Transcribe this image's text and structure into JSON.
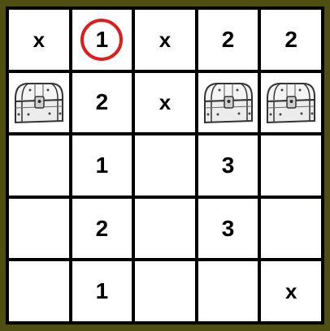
{
  "board": {
    "rows": [
      [
        {
          "type": "text",
          "value": "x"
        },
        {
          "type": "text",
          "value": "1",
          "circled": true
        },
        {
          "type": "text",
          "value": "x"
        },
        {
          "type": "text",
          "value": "2"
        },
        {
          "type": "text",
          "value": "2"
        }
      ],
      [
        {
          "type": "icon",
          "icon": "treasure-chest-icon"
        },
        {
          "type": "text",
          "value": "2"
        },
        {
          "type": "text",
          "value": "x"
        },
        {
          "type": "icon",
          "icon": "treasure-chest-icon"
        },
        {
          "type": "icon",
          "icon": "treasure-chest-icon"
        }
      ],
      [
        {
          "type": "empty",
          "value": ""
        },
        {
          "type": "text",
          "value": "1"
        },
        {
          "type": "empty",
          "value": ""
        },
        {
          "type": "text",
          "value": "3"
        },
        {
          "type": "empty",
          "value": ""
        }
      ],
      [
        {
          "type": "empty",
          "value": ""
        },
        {
          "type": "text",
          "value": "2"
        },
        {
          "type": "empty",
          "value": ""
        },
        {
          "type": "text",
          "value": "3"
        },
        {
          "type": "empty",
          "value": ""
        }
      ],
      [
        {
          "type": "empty",
          "value": ""
        },
        {
          "type": "text",
          "value": "1"
        },
        {
          "type": "empty",
          "value": ""
        },
        {
          "type": "empty",
          "value": ""
        },
        {
          "type": "text",
          "value": "x"
        }
      ]
    ]
  },
  "colors": {
    "background": "#4f4f12",
    "grid_lines": "#000000",
    "cell": "#ffffff",
    "highlight_circle": "#e21b1b"
  }
}
